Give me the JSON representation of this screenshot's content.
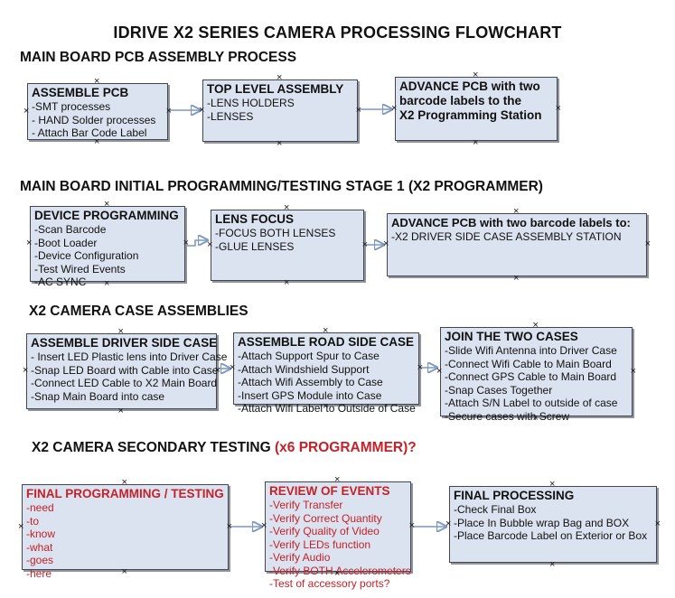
{
  "title": "IDRIVE X2  SERIES CAMERA PROCESSING FLOWCHART",
  "colors": {
    "box_fill": "#dbe3f0",
    "box_border": "#44484e",
    "red_text": "#c42228",
    "connector_line": "#7e99c0",
    "connector_arrow": "#1f3c78"
  },
  "sections": [
    {
      "heading": "MAIN BOARD PCB ASSEMBLY PROCESS",
      "boxes": [
        {
          "title": "ASSEMBLE PCB",
          "lines": [
            "-SMT processes",
            "- HAND Solder processes",
            "- Attach Bar Code Label"
          ]
        },
        {
          "title": "TOP LEVEL ASSEMBLY",
          "lines": [
            "-LENS HOLDERS",
            "-LENSES"
          ]
        },
        {
          "title": "ADVANCE PCB with two",
          "style": "boldlines",
          "lines": [
            "barcode labels to the",
            " X2 Programming Station"
          ]
        }
      ]
    },
    {
      "heading": "MAIN BOARD INITIAL PROGRAMMING/TESTING STAGE 1 (X2 PROGRAMMER)",
      "boxes": [
        {
          "title": "DEVICE PROGRAMMING",
          "lines": [
            "-Scan Barcode",
            "-Boot Loader",
            "-Device Configuration",
            "-Test Wired Events",
            "-AC SYNC"
          ]
        },
        {
          "title": "LENS FOCUS",
          "lines": [
            "-FOCUS BOTH LENSES",
            "-GLUE LENSES"
          ]
        },
        {
          "title": "ADVANCE PCB with two barcode labels to:",
          "lines": [
            "-X2 DRIVER  SIDE  CASE  ASSEMBLY STATION"
          ]
        }
      ]
    },
    {
      "heading": "X2 CAMERA CASE ASSEMBLIES",
      "boxes": [
        {
          "title": "ASSEMBLE DRIVER SIDE CASE",
          "lines": [
            "- Insert LED Plastic lens into Driver Case",
            "-Snap LED Board with Cable into Case",
            "-Connect LED Cable to X2 Main Board",
            "-Snap Main Board into case"
          ]
        },
        {
          "title": "ASSEMBLE ROAD SIDE CASE",
          "lines": [
            "-Attach Support Spur to Case",
            "-Attach Windshield Support",
            "-Attach Wifi Assembly to Case",
            "-Insert GPS Module into Case",
            "-Attach Wifi Label to Outside of Case"
          ]
        },
        {
          "title": "JOIN THE TWO CASES",
          "lines": [
            "-Slide Wifi Antenna into Driver Case",
            "-Connect Wifi Cable to Main Board",
            "-Connect GPS Cable to Main Board",
            "-Snap Cases Together",
            "-Attach S/N Label to outside of case",
            "-Secure cases with Screw"
          ]
        }
      ]
    },
    {
      "heading": "X2 CAMERA SECONDARY TESTING ",
      "heading_red": " (x6 PROGRAMMER)?",
      "boxes": [
        {
          "title": "FINAL PROGRAMMING / TESTING",
          "style": "red",
          "lines": [
            "-need",
            "-to",
            "-know",
            "-what",
            "-goes",
            "-here"
          ]
        },
        {
          "title": "REVIEW OF EVENTS",
          "style": "red",
          "lines": [
            "-Verify Transfer",
            "-Verify Correct Quantity",
            "-Verify Quality of Video",
            "-Verify LEDs function",
            "-Verify Audio",
            "-Verify BOTH Accelerometers",
            "-Test of accessory ports?"
          ]
        },
        {
          "title": "FINAL PROCESSING",
          "lines": [
            " -Check Final Box",
            "-Place In Bubble wrap Bag and BOX",
            "-Place Barcode Label on Exterior or Box"
          ]
        }
      ]
    }
  ]
}
